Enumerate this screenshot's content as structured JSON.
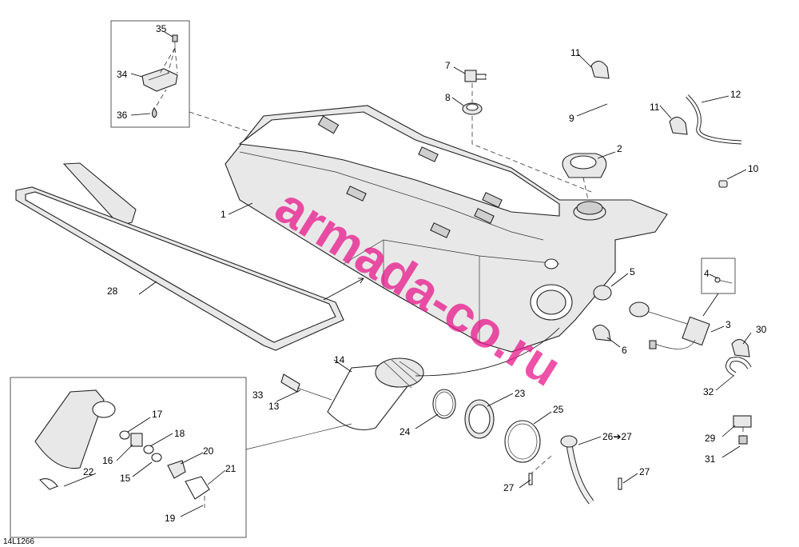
{
  "diagram": {
    "drawing_code": "14L1266",
    "watermark": "armada-co.ru",
    "callouts": {
      "c1": "1",
      "c2": "2",
      "c3": "3",
      "c4": "4",
      "c5": "5",
      "c6": "6",
      "c7": "7",
      "c8": "8",
      "c9": "9",
      "c10": "10",
      "c11a": "11",
      "c11b": "11",
      "c12": "12",
      "c13": "13",
      "c14": "14",
      "c15": "15",
      "c16": "16",
      "c17": "17",
      "c18": "18",
      "c19": "19",
      "c20": "20",
      "c21": "21",
      "c22": "22",
      "c23": "23",
      "c24": "24",
      "c25": "25",
      "c26": "26➔27",
      "c27a": "27",
      "c27b": "27",
      "c28": "28",
      "c29": "29",
      "c30": "30",
      "c31": "31",
      "c32": "32",
      "c33": "33",
      "c34": "34",
      "c35": "35",
      "c36": "36"
    },
    "colors": {
      "watermark": "#e8198b",
      "line": "#000000"
    }
  }
}
